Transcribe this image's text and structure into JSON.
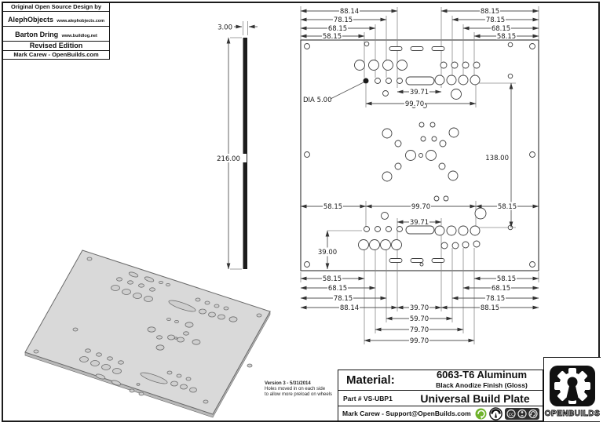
{
  "header_block": {
    "line1": "Original Open Source Design by",
    "designer1": "AlephObjects",
    "designer1_url": "www.alephobjects.com",
    "designer2": "Barton Dring",
    "designer2_url": "www.buildlog.net",
    "line4": "Revised Edition",
    "line5": "Mark Carew - OpenBuilds.com"
  },
  "side_view": {
    "thickness_dim": "3.00",
    "length_dim": "216.00"
  },
  "top_view": {
    "dia_note": "DIA 5.00",
    "top_left_dims": [
      "88.14",
      "78.15",
      "68.15",
      "58.15"
    ],
    "top_right_dims": [
      "88.15",
      "78.15",
      "68.15",
      "58.15"
    ],
    "upper_slot_dim": "39.71",
    "upper_width_dim": "99.70",
    "height_dim": "138.00",
    "mid_dims": [
      "58.15",
      "99.70",
      "58.15"
    ],
    "vertical_offset_dim": "39.00",
    "lower_slot_dim": "39.71",
    "bottom_left_dims": [
      "58.15",
      "68.15",
      "78.15",
      "88.14"
    ],
    "bottom_right_dims": [
      "58.15",
      "68.15",
      "78.15",
      "88.15"
    ],
    "bottom_center_dims": [
      "39.70",
      "59.70",
      "79.70",
      "99.70"
    ]
  },
  "version_note": {
    "line1": "Version 3 - 5/31/2014",
    "line2": "Holes moved in on each side",
    "line3": "to allow more preload on wheels"
  },
  "title_block": {
    "material_label": "Material:",
    "material_value": "6063-T6 Aluminum",
    "material_finish": "Black Anodize Finish (Gloss)",
    "part_label": "Part # VS-UBP1",
    "part_name": "Universal Build Plate",
    "contact": "Mark Carew - Support@OpenBuilds.com",
    "brand": "OPENBUILDS"
  },
  "icons": {
    "green_badge": "eco-recycle-icon",
    "meter_badge": "open-hardware-meter-icon",
    "license_badge": "creative-commons-by-sa-icon",
    "brand_logo": "openbuilds-gear-keyhole-icon"
  },
  "colors": {
    "sheet": "#ffffff",
    "line": "#555555",
    "plate_fill": "#d9d9d9",
    "badge_green": "#6fb32c",
    "logo_black": "#111111"
  }
}
